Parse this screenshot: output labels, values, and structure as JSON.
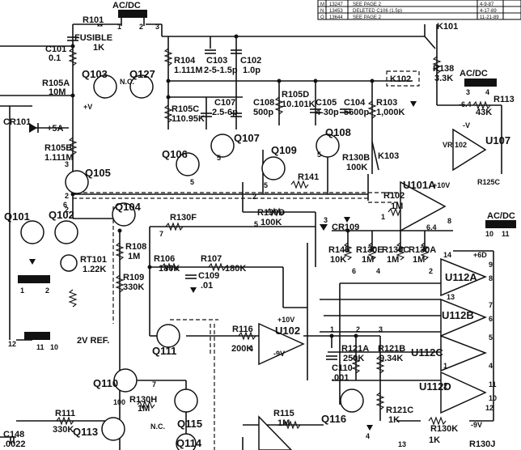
{
  "revision_block": {
    "rows": [
      {
        "rev": "M",
        "change": "13247",
        "description": "SEE PAGE 2",
        "date": "4-9-87"
      },
      {
        "rev": "N",
        "change": "13453",
        "description": "DELETED C106 (1.5p)",
        "date": "4-17-89"
      },
      {
        "rev": "O",
        "change": "13644",
        "description": "SEE PAGE 2",
        "date": "11-21-89"
      }
    ]
  },
  "switch_labels": {
    "acdc_top": "AC/DC",
    "acdc_right": "AC/DC",
    "acdc_lower": "AC/DC",
    "k102": "K102",
    "k101": "K101",
    "k103": "K103"
  },
  "components": {
    "r101": {
      "ref": "R101",
      "note": "FUSIBLE",
      "value": "1K"
    },
    "c101": {
      "ref": "C101",
      "value": "0.1"
    },
    "r105a": {
      "ref": "R105A",
      "value": "10M"
    },
    "q103": "Q103",
    "q127": "Q127",
    "r104": {
      "ref": "R104",
      "value": "1.111M"
    },
    "c103": {
      "ref": "C103",
      "value": "2-5-1.5p"
    },
    "c102": {
      "ref": "C102",
      "value": "1.0p"
    },
    "r105c": {
      "ref": "R105C",
      "value": "110.95K"
    },
    "c107": {
      "ref": "C107",
      "value": "2.5-6p"
    },
    "c108": {
      "ref": "C108",
      "value": "500p"
    },
    "r105d": {
      "ref": "R105D",
      "value": "10.101K"
    },
    "c105": {
      "ref": "C105",
      "value": "4-30p"
    },
    "c104": {
      "ref": "C104",
      "value": "5600p"
    },
    "r103": {
      "ref": "R103",
      "value": "1,000K"
    },
    "r138": {
      "ref": "R138",
      "value": "3.3K"
    },
    "r113": {
      "ref": "R113",
      "value": "43K"
    },
    "u107": "U107",
    "vr102": "VR 102",
    "r125c": "R125C",
    "cr101": "CR101",
    "cr101_rail": "+5A",
    "r105b": {
      "ref": "R105B",
      "value": "1.111M"
    },
    "q105": "Q105",
    "q106": "Q106",
    "q107": "Q107",
    "q108": "Q108",
    "q109": "Q109",
    "r130b": {
      "ref": "R130B",
      "value": "100K"
    },
    "r141": "R141",
    "u101a": "U101A",
    "r102": {
      "ref": "R102",
      "value": "1M"
    },
    "q101": "Q101",
    "q102": "Q102",
    "q104": "Q104",
    "r130f": "R130F",
    "r130d": {
      "ref": "R130D",
      "value": "100K"
    },
    "cr109": "CR109",
    "rt101": {
      "ref": "RT101",
      "value": "1.22K"
    },
    "r108": {
      "ref": "R108",
      "value": "1M"
    },
    "r145": {
      "ref": "R145",
      "value": "10K"
    },
    "r130e": {
      "ref": "R130E",
      "value": "1M"
    },
    "r130c": {
      "ref": "R130C",
      "value": "1M"
    },
    "r130a": {
      "ref": "R130A",
      "value": "1M"
    },
    "r106": {
      "ref": "R106",
      "value": "180K"
    },
    "r107": {
      "ref": "R107",
      "value": "180K"
    },
    "c109": {
      "ref": "C109",
      "value": ".01"
    },
    "r109": {
      "ref": "R109",
      "value": "330K"
    },
    "u112a": "U112A",
    "u112b": "U112B",
    "u112c": "U112C",
    "u112d": "U112D",
    "q111": "Q111",
    "r116": {
      "ref": "R116",
      "value": "200K"
    },
    "u102": "U102",
    "c110": {
      "ref": "C110",
      "value": ".001"
    },
    "r121a": {
      "ref": "R121A",
      "value": "250K"
    },
    "r121b": {
      "ref": "R121B",
      "value": "9.34K"
    },
    "ref2v": "2V REF.",
    "q110": "Q110",
    "r130h": {
      "ref": "R130H",
      "value": "1M"
    },
    "q115": "Q115",
    "q116": "Q116",
    "r121c": {
      "ref": "R121C",
      "value": "1K"
    },
    "r115": {
      "ref": "R115",
      "value": "1M"
    },
    "r111": {
      "ref": "R111",
      "value": "330K"
    },
    "c148": {
      "ref": "C148",
      "value": ".0022"
    },
    "q113": "Q113",
    "q114": "Q114",
    "r130k": {
      "ref": "R130K",
      "value": "1K"
    },
    "r130j": "R130J"
  },
  "supply_labels": {
    "plus_v": "+V",
    "minus_v": "-V",
    "plus_10v": "+10V",
    "minus_9v": "-9V",
    "plus_6d": "+6D",
    "minus_6_4": "-6.4",
    "plus_6_4": "6.4",
    "nc": "N.C."
  }
}
